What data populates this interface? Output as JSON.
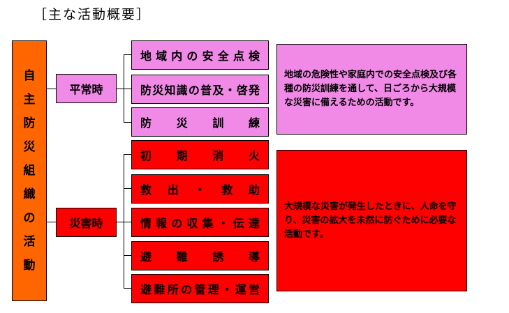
{
  "title": "［主な活動概要］",
  "root": "自主防災組織の活動",
  "categories": [
    {
      "label": "平常時",
      "items": [
        "地域内の安全点検",
        "防災知識の普及・啓発",
        "防災訓練"
      ],
      "description": "地域の危険性や家庭内での安全点検及び各種の防災訓練を通して、日ごろから大規模な災害に備えるための活動です。",
      "color": "#f08ae6"
    },
    {
      "label": "災害時",
      "items": [
        "初期消火",
        "救出・救助",
        "情報の収集・伝達",
        "避難誘導",
        "避難所の管理・運営"
      ],
      "description": "大規模な災害が発生したときに、人命を守り、災害の拡大を未然に防ぐために必要な活動です。",
      "color": "#ff0000"
    }
  ]
}
